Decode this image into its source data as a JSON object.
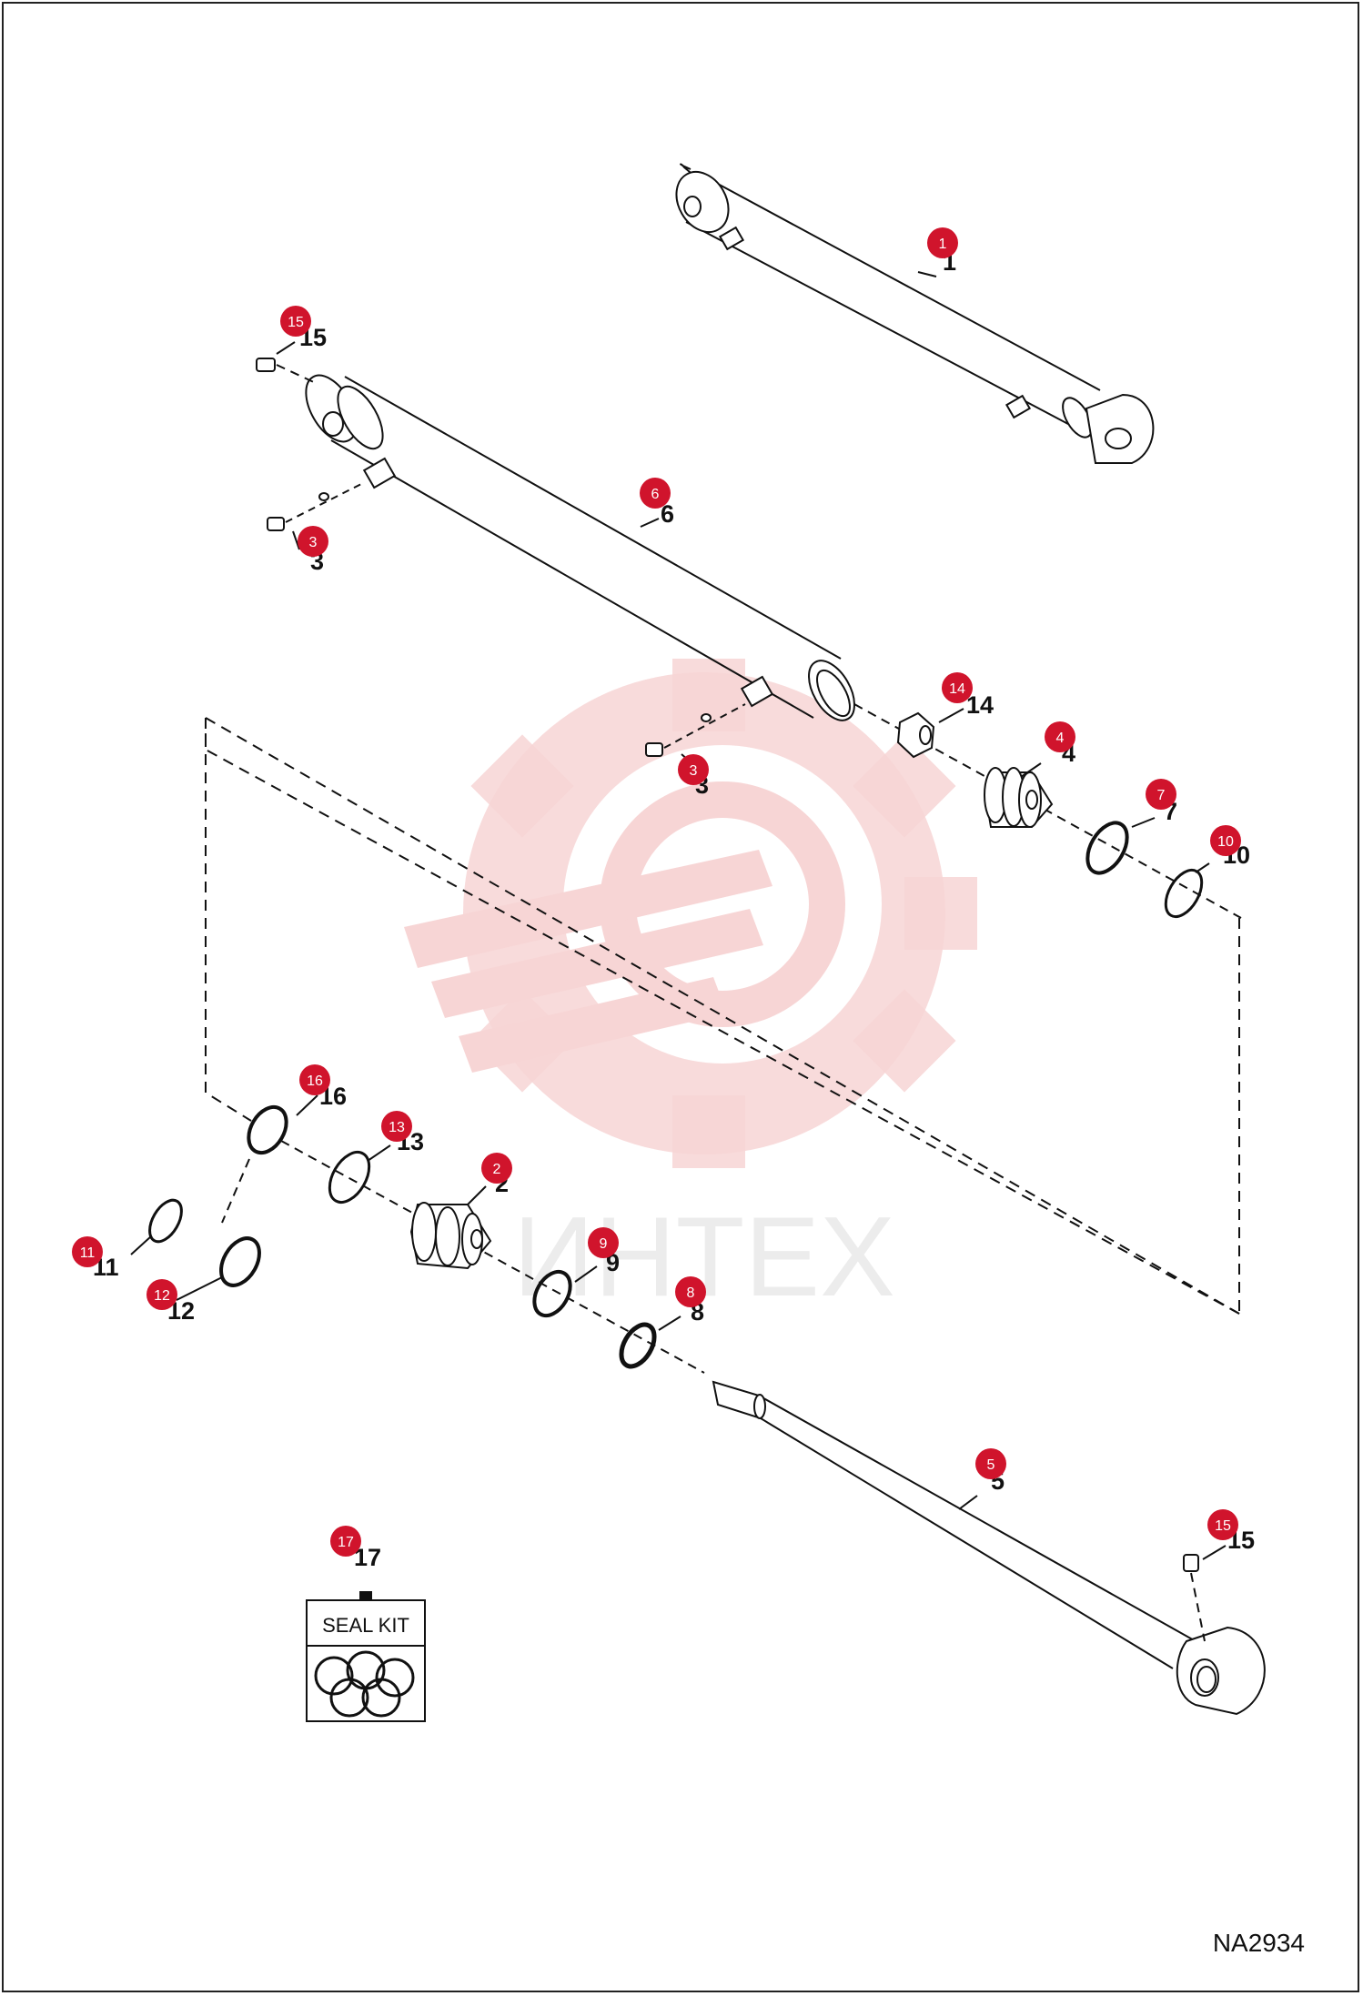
{
  "document": {
    "code": "NA2934",
    "watermark_text": "ИНТЕХ",
    "seal_kit_label": "SEAL KIT"
  },
  "callouts": [
    {
      "id": "c1",
      "number": "1"
    },
    {
      "id": "c15a",
      "number": "15"
    },
    {
      "id": "c6",
      "number": "6"
    },
    {
      "id": "c3a",
      "number": "3"
    },
    {
      "id": "c14",
      "number": "14"
    },
    {
      "id": "c4",
      "number": "4"
    },
    {
      "id": "c3b",
      "number": "3"
    },
    {
      "id": "c7",
      "number": "7"
    },
    {
      "id": "c10",
      "number": "10"
    },
    {
      "id": "c16",
      "number": "16"
    },
    {
      "id": "c13",
      "number": "13"
    },
    {
      "id": "c2",
      "number": "2"
    },
    {
      "id": "c11",
      "number": "11"
    },
    {
      "id": "c12",
      "number": "12"
    },
    {
      "id": "c9",
      "number": "9"
    },
    {
      "id": "c8",
      "number": "8"
    },
    {
      "id": "c5",
      "number": "5"
    },
    {
      "id": "c15b",
      "number": "15"
    },
    {
      "id": "c17",
      "number": "17"
    }
  ],
  "colors": {
    "badge": "#d0142c",
    "line": "#111111",
    "watermark": "#f7d5d5"
  }
}
